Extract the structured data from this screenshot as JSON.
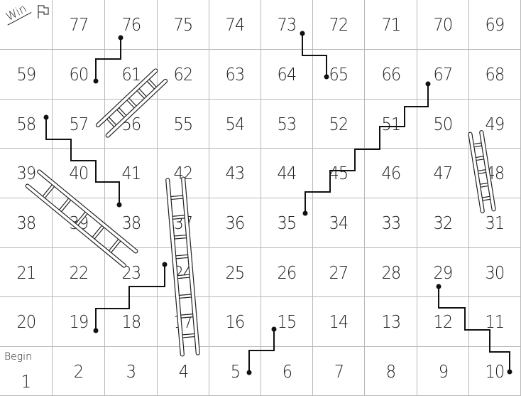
{
  "board": {
    "rows": [
      [
        "Win",
        "77",
        "76",
        "75",
        "74",
        "73",
        "72",
        "71",
        "70",
        "69"
      ],
      [
        "59",
        "60",
        "61",
        "62",
        "63",
        "64",
        "65",
        "66",
        "67",
        "68"
      ],
      [
        "58",
        "57",
        "56",
        "55",
        "54",
        "53",
        "52",
        "51",
        "50",
        "49"
      ],
      [
        "39",
        "40",
        "41",
        "42",
        "43",
        "44",
        "45",
        "46",
        "47",
        "48"
      ],
      [
        "38",
        "39",
        "38",
        "37",
        "36",
        "35",
        "34",
        "33",
        "32",
        "31"
      ],
      [
        "21",
        "22",
        "23",
        "24",
        "25",
        "26",
        "27",
        "28",
        "29",
        "30"
      ],
      [
        "20",
        "19",
        "18",
        "17",
        "16",
        "15",
        "14",
        "13",
        "12",
        "11"
      ],
      [
        "1",
        "2",
        "3",
        "4",
        "5",
        "6",
        "7",
        "8",
        "9",
        "10"
      ]
    ],
    "start_label": "Begin",
    "finish_label": "Win",
    "finish_icon": "flag-icon"
  }
}
